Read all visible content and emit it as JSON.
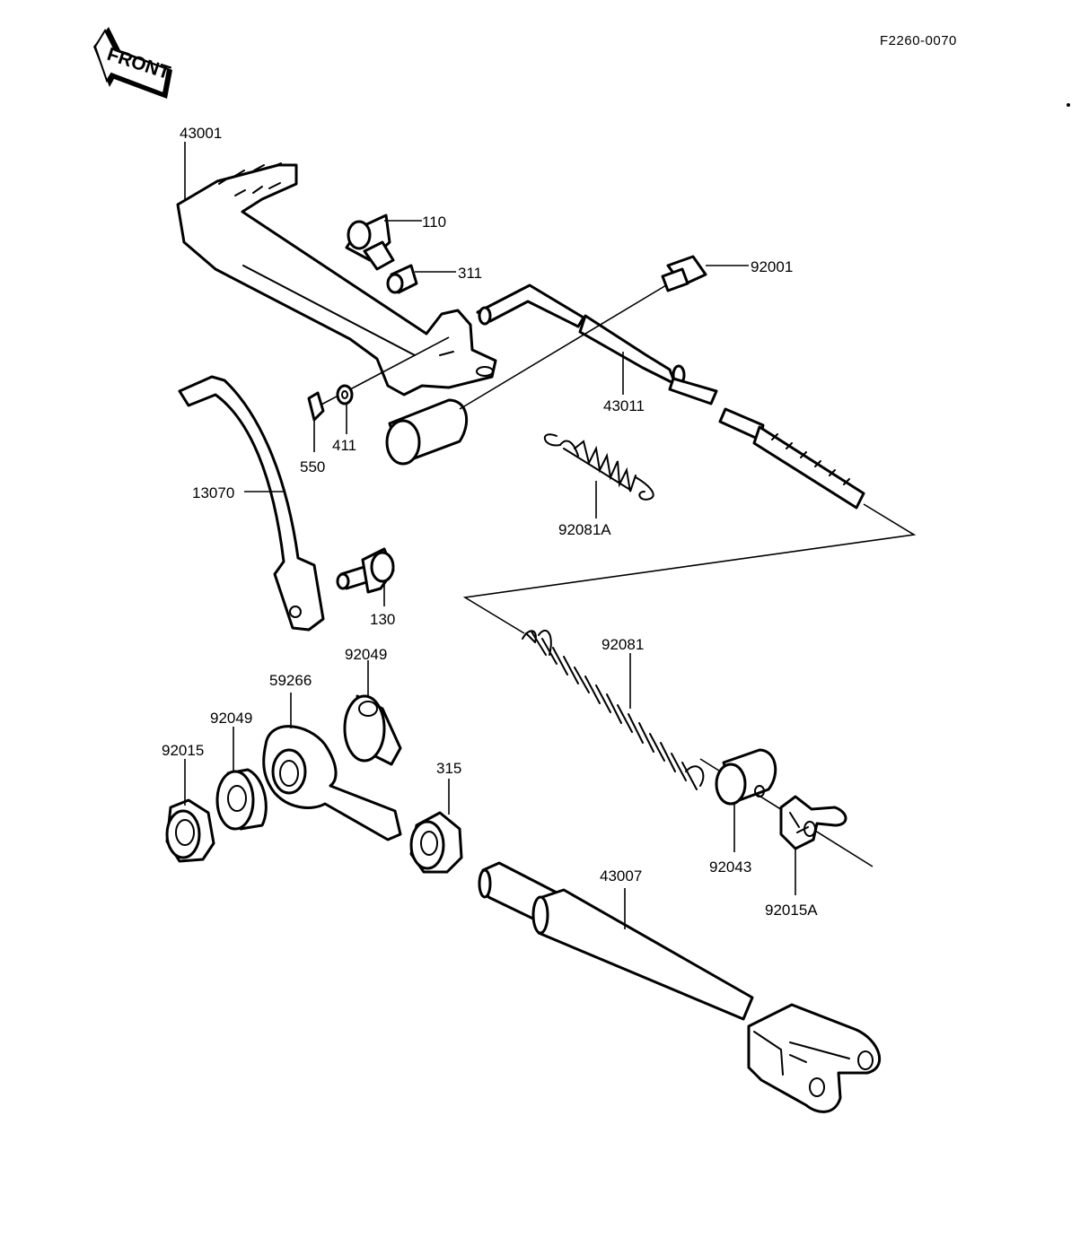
{
  "reference_code": "F2260-0070",
  "front_label": "FRONT",
  "parts": {
    "brake_pedal": "43001",
    "bolt_110": "110",
    "nut_311": "311",
    "bolt_92001": "92001",
    "brake_rod": "43011",
    "cotter_pin": "550",
    "washer_411": "411",
    "spring_92081a": "92081A",
    "stopper_13070": "13070",
    "bolt_130": "130",
    "washer_92049_top": "92049",
    "rod_end_59266": "59266",
    "washer_92049_left": "92049",
    "nut_92015": "92015",
    "nut_315": "315",
    "spring_92081": "92081",
    "joint_92043": "92043",
    "wing_nut_92015a": "92015A",
    "brake_shaft_43007": "43007"
  }
}
